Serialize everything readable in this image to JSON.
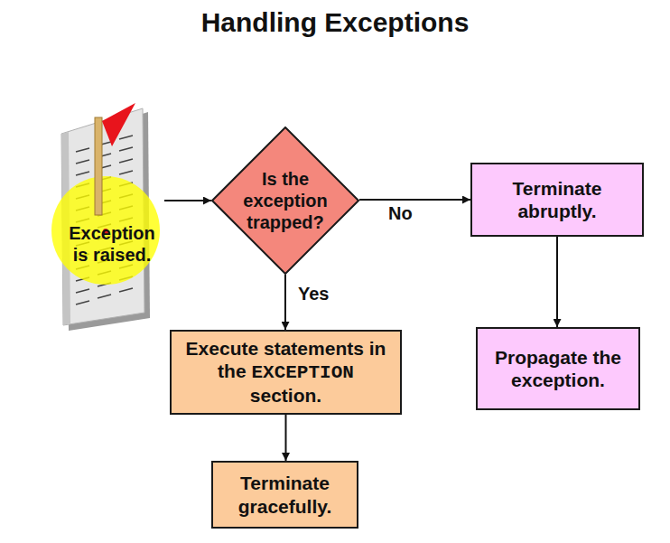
{
  "diagram": {
    "title": "Handling Exceptions",
    "nodes": [
      {
        "text": [
          "Exception is raised."
        ]
      },
      {
        "text": [
          "Is the exception trapped?"
        ]
      },
      {
        "text": [
          "Terminate abruptly."
        ]
      },
      {
        "text": [
          "Execute statements in the EXCEPTION section."
        ]
      },
      {
        "text": [
          "Propagate the exception."
        ]
      },
      {
        "text": [
          "Terminate gracefully."
        ]
      }
    ],
    "edges": [
      {
        "from": 0,
        "to": 1,
        "arrow": "to"
      },
      {
        "from": 1,
        "to": 2,
        "label": "No",
        "arrow": "to"
      },
      {
        "from": 1,
        "to": 3,
        "label": "Yes",
        "arrow": "to"
      },
      {
        "from": 2,
        "to": 4,
        "arrow": "to"
      },
      {
        "from": 3,
        "to": 5,
        "arrow": "to"
      }
    ]
  }
}
